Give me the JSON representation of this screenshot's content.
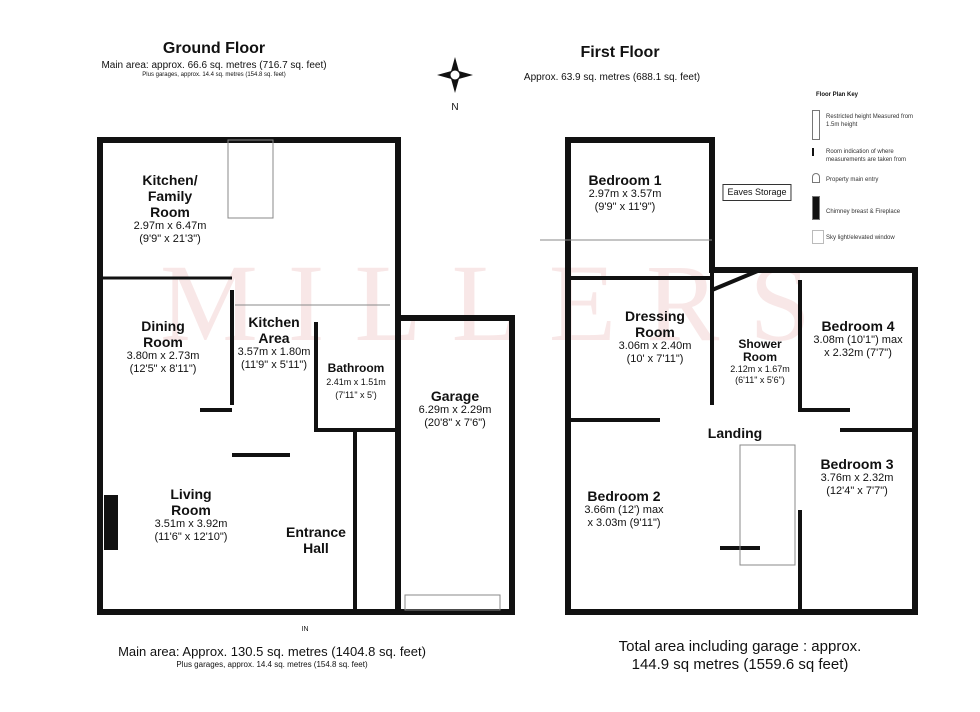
{
  "ground_floor": {
    "title": "Ground Floor",
    "main_area": "Main area: approx. 66.6 sq. metres (716.7 sq. feet)",
    "garage_area": "Plus garages, approx. 14.4 sq. metres (154.8 sq. feet)",
    "rooms": [
      {
        "name": "Kitchen/",
        "name2": "Family",
        "name3": "Room",
        "dims": "2.97m x 6.47m",
        "imperial": "(9'9\" x 21'3\")"
      },
      {
        "name": "Dining",
        "name2": "Room",
        "dims": "3.80m x 2.73m",
        "imperial": "(12'5\" x 8'11\")"
      },
      {
        "name": "Kitchen",
        "name2": "Area",
        "dims": "3.57m x 1.80m",
        "imperial": "(11'9\" x 5'11\")"
      },
      {
        "name": "Bathroom",
        "dims": "2.41m x 1.51m",
        "imperial": "(7'11\" x 5')"
      },
      {
        "name": "Garage",
        "dims": "6.29m x 2.29m",
        "imperial": "(20'8\" x 7'6\")"
      },
      {
        "name": "Living",
        "name2": "Room",
        "dims": "3.51m x 3.92m",
        "imperial": "(11'6\" x 12'10\")"
      },
      {
        "name": "Entrance",
        "name2": "Hall"
      }
    ],
    "entry_label": "IN",
    "footer_main": "Main area: Approx. 130.5 sq. metres (1404.8 sq. feet)",
    "footer_garage": "Plus garages, approx. 14.4 sq. metres (154.8 sq. feet)"
  },
  "compass": {
    "label": "N"
  },
  "first_floor": {
    "title": "First Floor",
    "area": "Approx. 63.9 sq. metres (688.1 sq. feet)",
    "rooms": [
      {
        "name": "Bedroom 1",
        "dims": "2.97m x 3.57m",
        "imperial": "(9'9\" x 11'9\")"
      },
      {
        "name": "Eaves Storage"
      },
      {
        "name": "Dressing",
        "name2": "Room",
        "dims": "3.06m x 2.40m",
        "imperial": "(10' x 7'11\")"
      },
      {
        "name": "Shower",
        "name2": "Room",
        "dims": "2.12m x 1.67m",
        "imperial": "(6'11\" x 5'6\")"
      },
      {
        "name": "Bedroom 4",
        "dims": "3.08m (10'1\") max",
        "imperial": "x 2.32m (7'7\")"
      },
      {
        "name": "Landing"
      },
      {
        "name": "Bedroom 2",
        "dims": "3.66m (12') max",
        "imperial": "x 3.03m (9'11\")"
      },
      {
        "name": "Bedroom 3",
        "dims": "3.76m x 2.32m",
        "imperial": "(12'4\" x 7'7\")"
      }
    ],
    "footer_line1": "Total area including garage : approx.",
    "footer_line2": "144.9 sq metres (1559.6 sq feet)"
  },
  "key": {
    "title": "Floor Plan Key",
    "items": [
      "Restricted height Measured from 1.5m height",
      "Room indication of where measurements are taken from",
      "Property main entry",
      "Chimney breast & Fireplace",
      "Sky light/elevated window"
    ]
  },
  "watermark": "MILLERS"
}
